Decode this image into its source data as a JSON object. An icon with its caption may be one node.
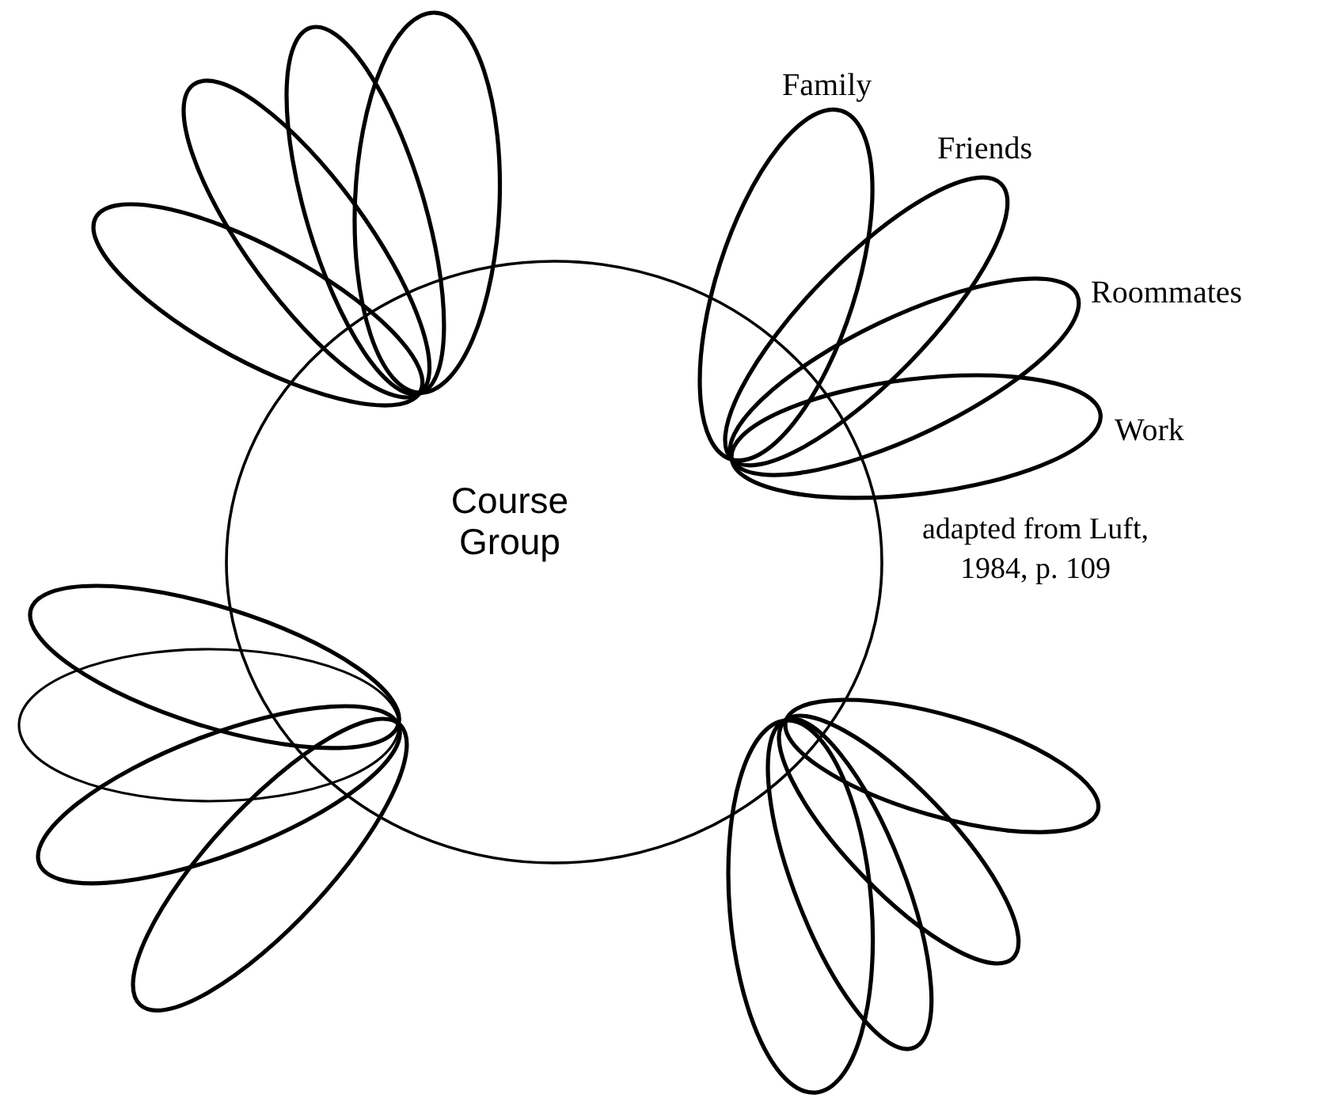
{
  "diagram": {
    "nodes": [
      {
        "text": [
          "Course Group"
        ]
      },
      {
        "text": [],
        "shape": "ellipse"
      },
      {
        "text": [],
        "shape": "ellipse"
      },
      {
        "text": [],
        "shape": "ellipse"
      },
      {
        "text": [],
        "shape": "ellipse"
      },
      {
        "text": [
          "Family"
        ]
      },
      {
        "text": [
          "Friends"
        ]
      },
      {
        "text": [
          "Roommates"
        ]
      },
      {
        "text": [
          "Work"
        ]
      },
      {
        "text": [],
        "shape": "ellipse"
      },
      {
        "text": [],
        "shape": "ellipse"
      },
      {
        "text": [],
        "shape": "ellipse"
      },
      {
        "text": [],
        "shape": "ellipse"
      },
      {
        "text": [],
        "shape": "ellipse"
      },
      {
        "text": [],
        "shape": "ellipse"
      },
      {
        "text": [],
        "shape": "ellipse"
      },
      {
        "text": [],
        "shape": "ellipse"
      }
    ],
    "caption": "adapted from Luft, 1984, p. 109"
  }
}
